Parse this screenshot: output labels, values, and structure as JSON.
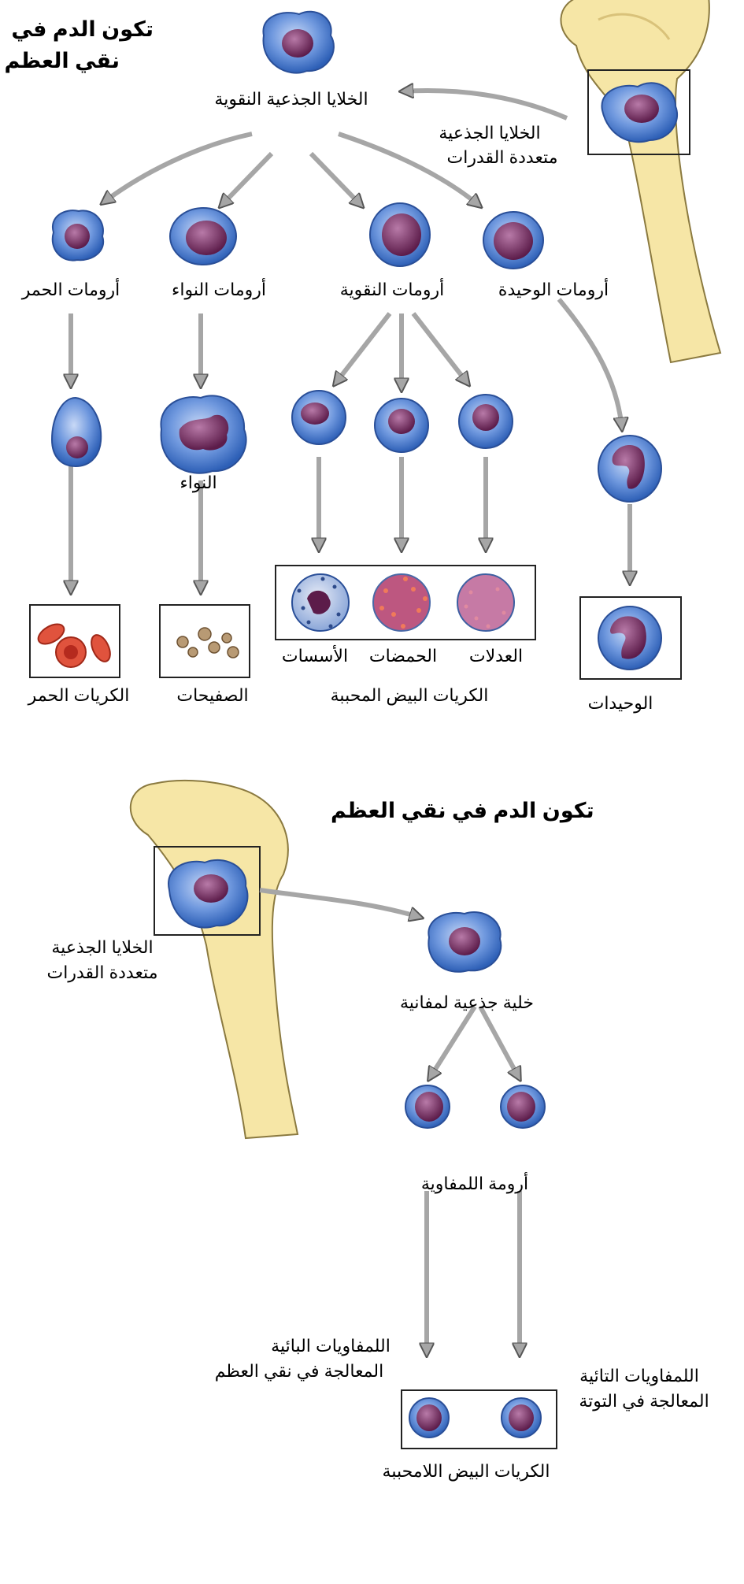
{
  "top": {
    "title_line1": "تكون الدم في",
    "title_line2": "نقي العظم",
    "myeloid_stem": "الخلايا الجذعية النقوية",
    "multipotent_line1": "الخلايا الجذعية",
    "multipotent_line2": "متعددة القدرات",
    "proerythroblast": "أرومات الحمر",
    "megakaryoblast": "أرومات النواء",
    "myeloblast": "أرومات النقوية",
    "monoblast": "أرومات الوحيدة",
    "megakaryocyte": "النواء",
    "basophils": "الأسسات",
    "eosinophils": "الحمضات",
    "neutrophils": "العدلات",
    "erythrocytes": "الكريات الحمر",
    "platelets": "الصفيحات",
    "granulocytes": "الكريات البيض المحببة",
    "monocytes": "الوحيدات"
  },
  "bottom": {
    "title": "تكون الدم في نقي العظم",
    "multipotent_line1": "الخلايا الجذعية",
    "multipotent_line2": "متعددة القدرات",
    "lymphoid_stem": "خلية جذعية لمفانية",
    "lymphoblast": "أرومة اللمفاوية",
    "b_line1": "اللمفاويات البائية",
    "b_line2": "المعالجة في نقي العظم",
    "t_line1": "اللمفاويات التائية",
    "t_line2": "المعالجة في التوتة",
    "agranulocytes": "الكريات البيض اللامحببة"
  },
  "colors": {
    "cell_blue": "#3f74c9",
    "nucleus_purple": "#7a2e62",
    "bone_yellow": "#f6e6a6",
    "arrow_gray": "#9a9a9a",
    "rbc_red": "#d93a2e"
  }
}
